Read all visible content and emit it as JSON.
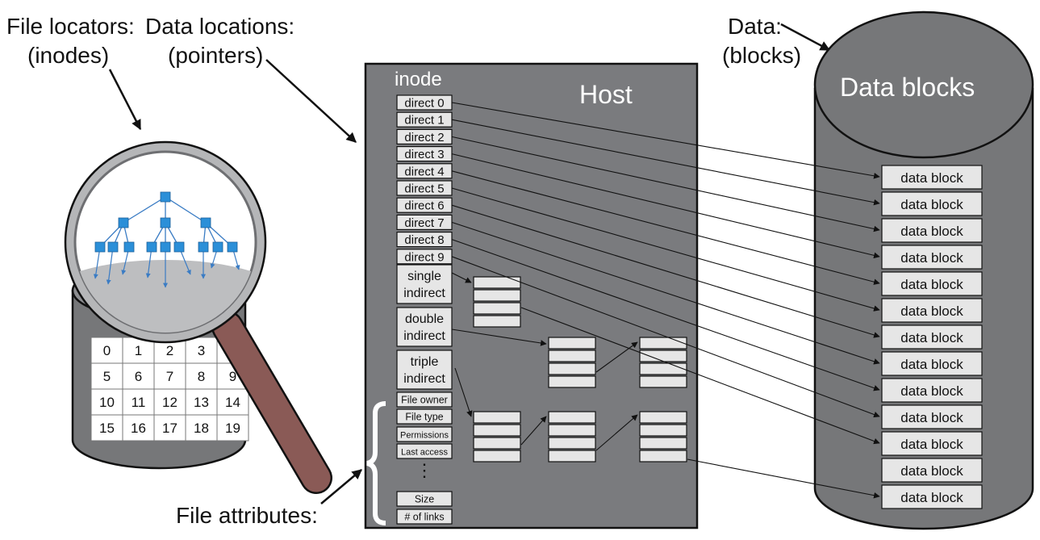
{
  "labels": {
    "file_locators": "File locators:",
    "file_locators_sub": "(inodes)",
    "data_locations": "Data locations:",
    "data_locations_sub": "(pointers)",
    "data": "Data:",
    "data_sub": "(blocks)",
    "file_attributes": "File attributes:"
  },
  "host": {
    "title": "Host",
    "inode_label": "inode",
    "direct_entries": [
      "direct 0",
      "direct 1",
      "direct 2",
      "direct 3",
      "direct 4",
      "direct 5",
      "direct 6",
      "direct 7",
      "direct 8",
      "direct 9"
    ],
    "indirect_entries": [
      {
        "line1": "single",
        "line2": "indirect"
      },
      {
        "line1": "double",
        "line2": "indirect"
      },
      {
        "line1": "triple",
        "line2": "indirect"
      }
    ],
    "attributes": [
      "File owner",
      "File type",
      "Permissions",
      "Last access"
    ],
    "ellipsis": "⋮",
    "attributes_tail": [
      "Size",
      "# of links"
    ]
  },
  "disk": {
    "title": "Data blocks",
    "blocks": [
      "data block",
      "data block",
      "data block",
      "data block",
      "data block",
      "data block",
      "data block",
      "data block",
      "data block",
      "data block",
      "data block",
      "data block",
      "data block"
    ]
  },
  "inode_table": {
    "rows": [
      [
        "0",
        "1",
        "2",
        "3",
        ""
      ],
      [
        "5",
        "6",
        "7",
        "8",
        "9"
      ],
      [
        "10",
        "11",
        "12",
        "13",
        "14"
      ],
      [
        "15",
        "16",
        "17",
        "18",
        "19"
      ]
    ]
  },
  "colors": {
    "host_bg": "#7a7b7e",
    "cylinder": "#767779",
    "cell_fill": "#e6e6e6",
    "tree_node": "#2b8fd8",
    "handle": "#8a5a56"
  }
}
